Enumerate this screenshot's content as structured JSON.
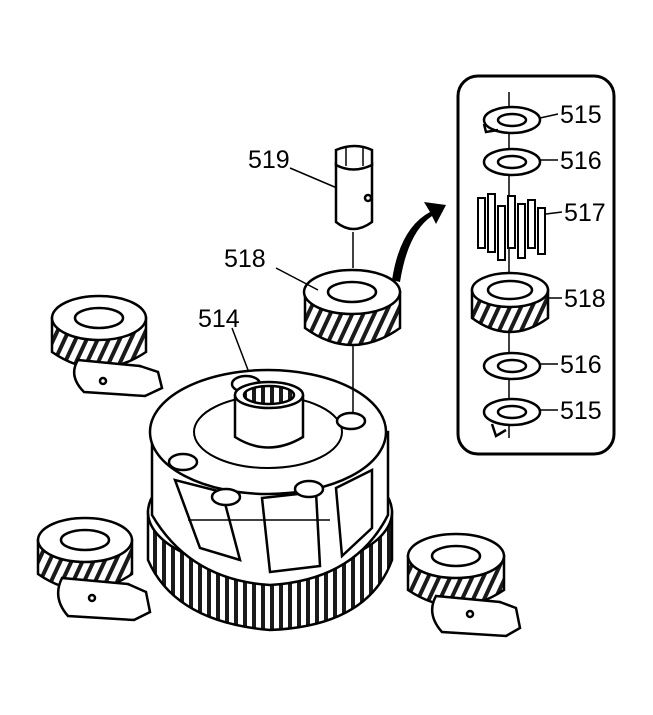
{
  "labels": {
    "carrier": "514",
    "pin": "519",
    "pinion": "518",
    "detail_thrust_washer_top": "515",
    "detail_washer_top": "516",
    "detail_needle_bearings": "517",
    "detail_pinion": "518",
    "detail_washer_bottom": "516",
    "detail_thrust_washer_bottom": "515"
  },
  "colors": {
    "ink": "#000000",
    "paper": "#ffffff",
    "shade": "#d9d9d9",
    "dark": "#1a1a1a"
  }
}
